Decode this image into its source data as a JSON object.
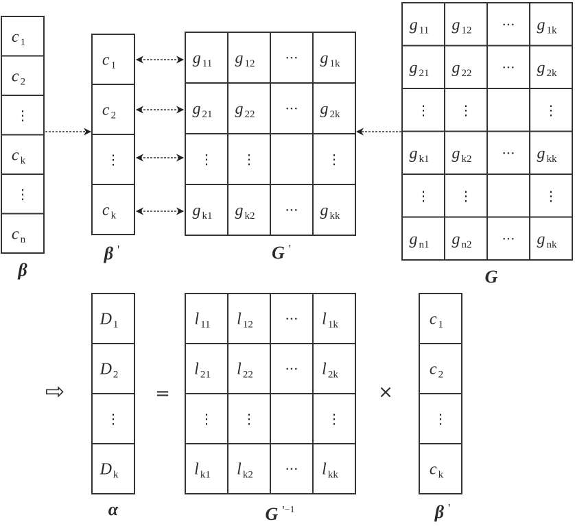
{
  "vectors": {
    "beta": {
      "label": "β",
      "cells": [
        {
          "base": "c",
          "sub": "1"
        },
        {
          "base": "c",
          "sub": "2"
        },
        {
          "dots": "⋮"
        },
        {
          "base": "c",
          "sub": "k"
        },
        {
          "dots": "⋮"
        },
        {
          "base": "c",
          "sub": "n"
        }
      ]
    },
    "beta_prime_top": {
      "label": "β",
      "prime": "'",
      "cells": [
        {
          "base": "c",
          "sub": "1"
        },
        {
          "base": "c",
          "sub": "2"
        },
        {
          "dots": "⋮"
        },
        {
          "base": "c",
          "sub": "k"
        }
      ]
    },
    "alpha": {
      "label": "α",
      "cells": [
        {
          "base": "D",
          "sub": "1"
        },
        {
          "base": "D",
          "sub": "2"
        },
        {
          "dots": "⋮"
        },
        {
          "base": "D",
          "sub": "k"
        }
      ]
    },
    "beta_prime_bottom": {
      "label": "β",
      "prime": "'",
      "cells": [
        {
          "base": "c",
          "sub": "1"
        },
        {
          "base": "c",
          "sub": "2"
        },
        {
          "dots": "⋮"
        },
        {
          "base": "c",
          "sub": "k"
        }
      ]
    }
  },
  "matrices": {
    "G_prime": {
      "label": "G",
      "prime": "'",
      "rows": [
        [
          {
            "base": "g",
            "sub": "11"
          },
          {
            "base": "g",
            "sub": "12"
          },
          {
            "dots": "···"
          },
          {
            "base": "g",
            "sub": "1k"
          }
        ],
        [
          {
            "base": "g",
            "sub": "21"
          },
          {
            "base": "g",
            "sub": "22"
          },
          {
            "dots": "···"
          },
          {
            "base": "g",
            "sub": "2k"
          }
        ],
        [
          {
            "dots": "⋮"
          },
          {
            "dots": "⋮"
          },
          {},
          {
            "dots": "⋮"
          }
        ],
        [
          {
            "base": "g",
            "sub": "k1"
          },
          {
            "base": "g",
            "sub": "k2"
          },
          {
            "dots": "···"
          },
          {
            "base": "g",
            "sub": "kk"
          }
        ]
      ]
    },
    "G": {
      "label": "G",
      "rows": [
        [
          {
            "base": "g",
            "sub": "11"
          },
          {
            "base": "g",
            "sub": "12"
          },
          {
            "dots": "···"
          },
          {
            "base": "g",
            "sub": "1k"
          }
        ],
        [
          {
            "base": "g",
            "sub": "21"
          },
          {
            "base": "g",
            "sub": "22"
          },
          {
            "dots": "···"
          },
          {
            "base": "g",
            "sub": "2k"
          }
        ],
        [
          {
            "dots": "⋮"
          },
          {
            "dots": "⋮"
          },
          {},
          {
            "dots": "⋮"
          }
        ],
        [
          {
            "base": "g",
            "sub": "k1"
          },
          {
            "base": "g",
            "sub": "k2"
          },
          {
            "dots": "···"
          },
          {
            "base": "g",
            "sub": "kk"
          }
        ],
        [
          {
            "dots": "⋮"
          },
          {
            "dots": "⋮"
          },
          {},
          {
            "dots": "⋮"
          }
        ],
        [
          {
            "base": "g",
            "sub": "n1"
          },
          {
            "base": "g",
            "sub": "n2"
          },
          {
            "dots": "···"
          },
          {
            "base": "g",
            "sub": "nk"
          }
        ]
      ]
    },
    "G_prime_inv": {
      "label": "G",
      "prime": "'",
      "sup": "−1",
      "rows": [
        [
          {
            "base": "l",
            "sub": "11"
          },
          {
            "base": "l",
            "sub": "12"
          },
          {
            "dots": "···"
          },
          {
            "base": "l",
            "sub": "1k"
          }
        ],
        [
          {
            "base": "l",
            "sub": "21"
          },
          {
            "base": "l",
            "sub": "22"
          },
          {
            "dots": "···"
          },
          {
            "base": "l",
            "sub": "2k"
          }
        ],
        [
          {
            "dots": "⋮"
          },
          {
            "dots": "⋮"
          },
          {},
          {
            "dots": "⋮"
          }
        ],
        [
          {
            "base": "l",
            "sub": "k1"
          },
          {
            "base": "l",
            "sub": "k2"
          },
          {
            "dots": "···"
          },
          {
            "base": "l",
            "sub": "kk"
          }
        ]
      ]
    }
  },
  "symbols": {
    "implies": "⇨",
    "equals": "=",
    "times": "×"
  }
}
